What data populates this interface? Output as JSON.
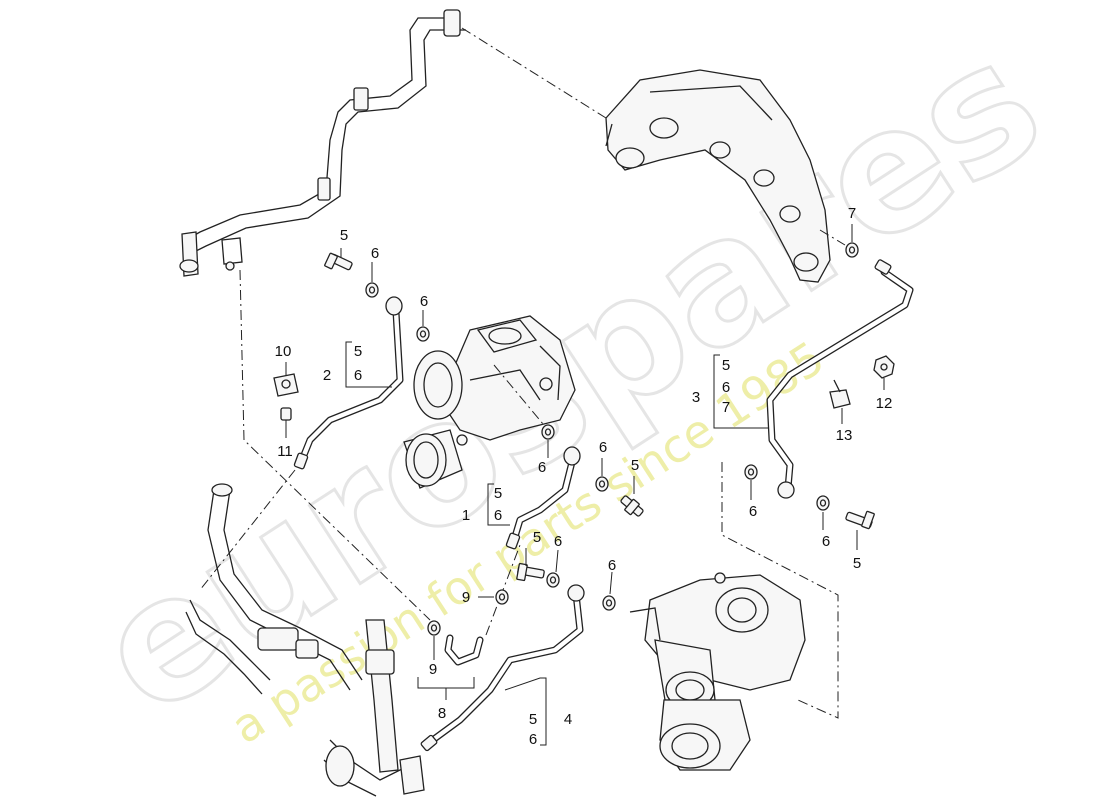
{
  "watermark": {
    "brand": "eurospares",
    "tagline": "a passion for parts since 1985"
  },
  "callouts": {
    "c5_top": "5",
    "c6_top_a": "6",
    "c6_top_b": "6",
    "c10": "10",
    "c11": "11",
    "c2": "2",
    "c2_5": "5",
    "c2_6": "6",
    "c7": "7",
    "c3": "3",
    "c3_5": "5",
    "c3_6": "6",
    "c3_7": "7",
    "c12": "12",
    "c13": "13",
    "c6_mid_a": "6",
    "c6_mid_b": "6",
    "c5_mid": "5",
    "c1": "1",
    "c1_5": "5",
    "c1_6": "6",
    "c6_right_a": "6",
    "c6_right_b": "6",
    "c5_right": "5",
    "c5_low": "5",
    "c6_low_a": "6",
    "c6_low_b": "6",
    "c9_a": "9",
    "c9_b": "9",
    "c8": "8",
    "c4": "4",
    "c4_5": "5",
    "c4_6": "6"
  }
}
